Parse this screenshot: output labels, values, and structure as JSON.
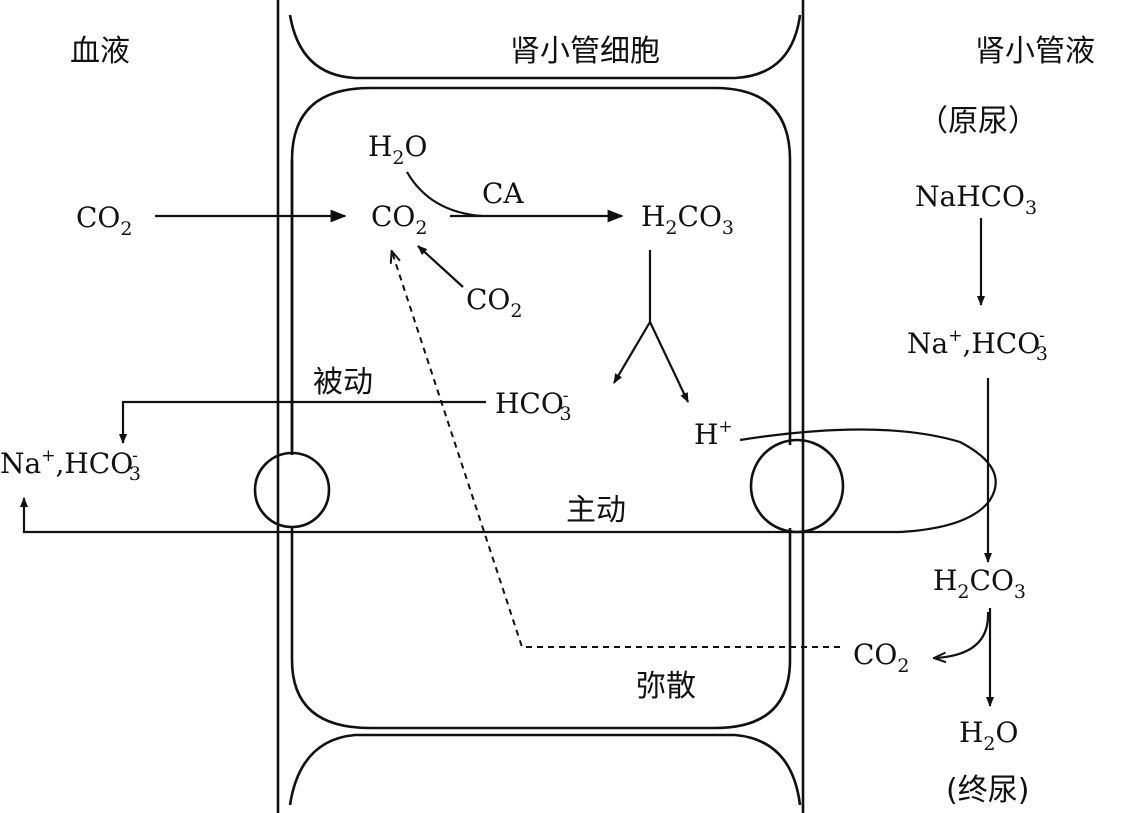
{
  "regions": {
    "blood": "血液",
    "tubule_cell": "肾小管细胞",
    "tubule_fluid": "肾小管液",
    "primary_urine": "（原尿）",
    "final_urine": "(终尿)"
  },
  "transport": {
    "passive": "被动",
    "active": "主动",
    "diffusion": "弥散"
  },
  "enzyme": "CA",
  "species": {
    "co2": {
      "main": "CO",
      "sub": "2"
    },
    "h2o": {
      "pre": "H",
      "sub": "2",
      "post": "O"
    },
    "h2co3": {
      "pre": "H",
      "sub1": "2",
      "mid": "CO",
      "sub2": "3"
    },
    "hco3": {
      "main": "HCO",
      "sub": "3",
      "sup": "-"
    },
    "h_ion": {
      "main": "H",
      "sup": "+"
    },
    "na_hco3_pair": {
      "na": "Na",
      "na_sup": "+",
      "sep": ",",
      "hco": "HCO",
      "sub": "3",
      "sup": "-"
    },
    "nahco3": {
      "main": "NaHCO",
      "sub": "3"
    }
  },
  "colors": {
    "ink": "#111111",
    "background": "#ffffff"
  }
}
